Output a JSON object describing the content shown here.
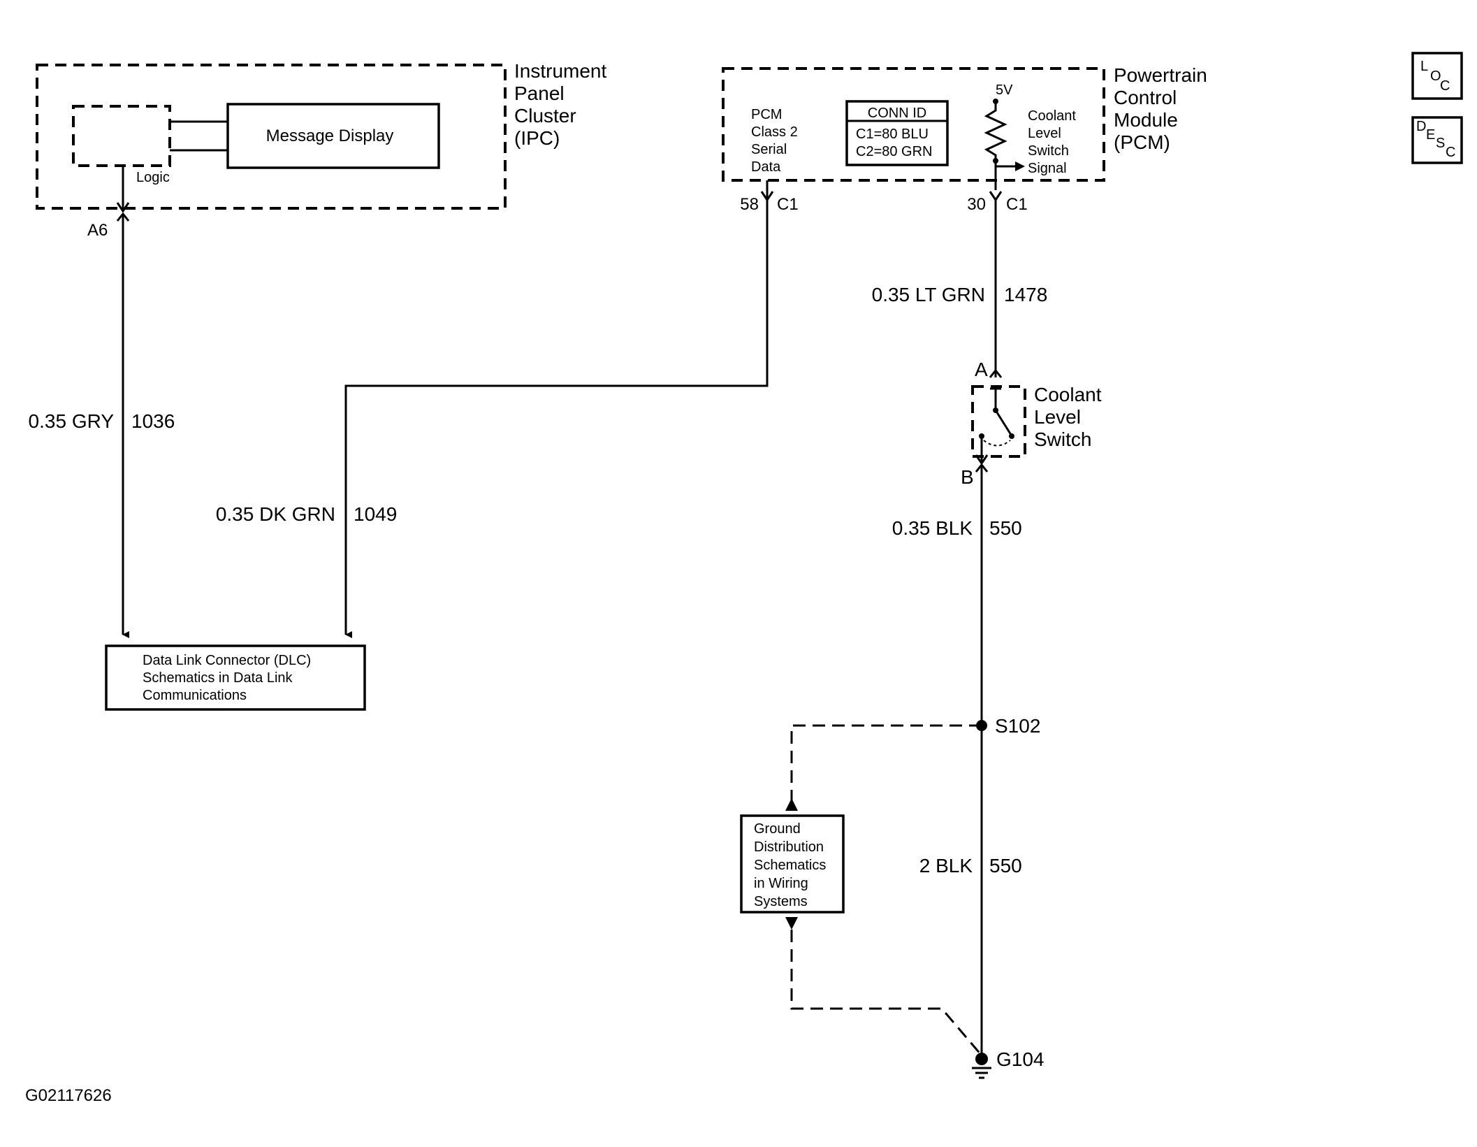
{
  "ipc": {
    "title_lines": [
      "Instrument",
      "Panel",
      "Cluster",
      "(IPC)"
    ],
    "message_display": "Message Display",
    "logic": "Logic",
    "pin": "A6"
  },
  "pcm": {
    "title_lines": [
      "Powertrain",
      "Control",
      "Module",
      "(PCM)"
    ],
    "serial_lines": [
      "PCM",
      "Class 2",
      "Serial",
      "Data"
    ],
    "conn_id": {
      "header": "CONN ID",
      "c1": "C1=80 BLU",
      "c2": "C2=80 GRN"
    },
    "voltage": "5V",
    "signal_lines": [
      "Coolant",
      "Level",
      "Switch",
      "Signal"
    ],
    "pin58": "58",
    "pin58_conn": "C1",
    "pin30": "30",
    "pin30_conn": "C1"
  },
  "wires": {
    "gry": {
      "gauge_color": "0.35 GRY",
      "circuit": "1036"
    },
    "dk_grn": {
      "gauge_color": "0.35 DK GRN",
      "circuit": "1049"
    },
    "lt_grn": {
      "gauge_color": "0.35 LT GRN",
      "circuit": "1478"
    },
    "blk1": {
      "gauge_color": "0.35 BLK",
      "circuit": "550"
    },
    "blk2": {
      "gauge_color": "2 BLK",
      "circuit": "550"
    }
  },
  "switch": {
    "title_lines": [
      "Coolant",
      "Level",
      "Switch"
    ],
    "pin_a": "A",
    "pin_b": "B"
  },
  "dlc": {
    "lines": [
      "Data Link Connector (DLC)",
      "Schematics in Data Link",
      "Communications"
    ]
  },
  "ground_dist": {
    "lines": [
      "Ground",
      "Distribution",
      "Schematics",
      "in Wiring",
      "Systems"
    ]
  },
  "splice": "S102",
  "ground": "G104",
  "figure_id": "G02117626",
  "side_icons": {
    "loc": [
      "L",
      "O",
      "C"
    ],
    "desc": [
      "D",
      "E",
      "S",
      "C"
    ]
  }
}
